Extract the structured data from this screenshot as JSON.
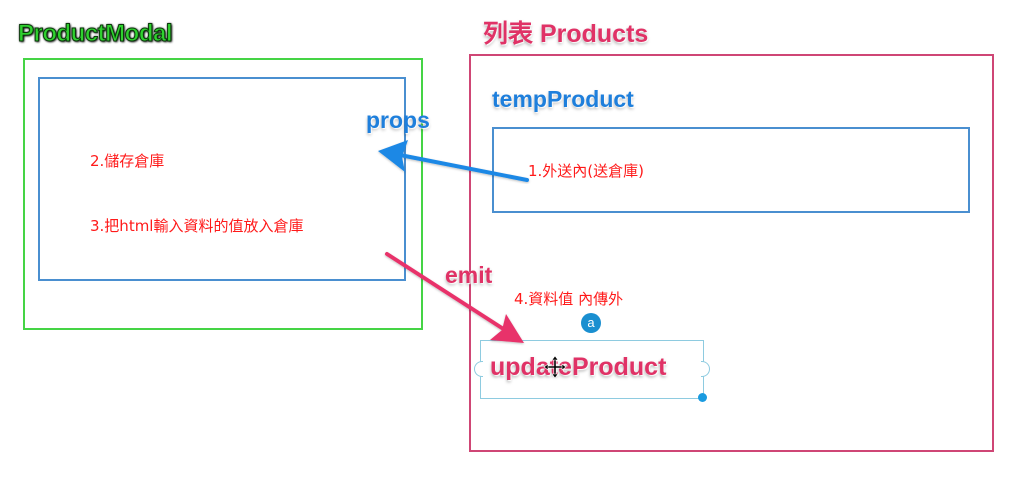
{
  "modal": {
    "title": "ProductModal",
    "notes": {
      "save": "2.儲存倉庫",
      "bind_html": "3.把html輸入資料的值放入倉庫"
    }
  },
  "products": {
    "title": "列表 Products",
    "temp_label": "tempProduct",
    "send_note": "1.外送內(送倉庫)",
    "emit_note": "4.資料值 內傳外",
    "update_label": "updateProduct",
    "badge": "a"
  },
  "arrows": {
    "props_label": "props",
    "emit_label": "emit"
  },
  "colors": {
    "modal_border": "#45d445",
    "products_border": "#cf4675",
    "inner_border": "#4a8fd0",
    "props_arrow": "#1e88e5",
    "emit_arrow": "#e8336b",
    "note_text": "#ff1a1a"
  }
}
